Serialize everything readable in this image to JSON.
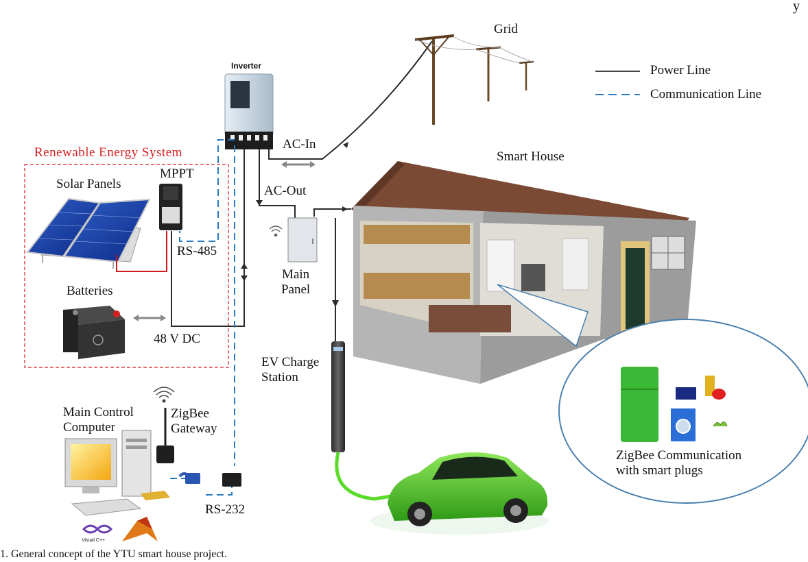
{
  "corner_text": "y",
  "caption": "1.  General concept of the YTU smart house project.",
  "legend": {
    "power_line": "Power Line",
    "communication_line": "Communication Line"
  },
  "labels": {
    "grid": "Grid",
    "inverter": "Inverter",
    "ac_in": "AC-In",
    "ac_out": "AC-Out",
    "smart_house": "Smart House",
    "renewable_energy_system": "Renewable  Energy  System",
    "mppt": "MPPT",
    "solar_panels": "Solar Panels",
    "rs485": "RS-485",
    "batteries": "Batteries",
    "dc_bus": "48 V DC",
    "main_panel_1": "Main",
    "main_panel_2": "Panel",
    "ev_charge_1": "EV Charge",
    "ev_charge_2": "Station",
    "main_control_1": "Main Control",
    "main_control_2": "Computer",
    "zigbee_gateway_1": "ZigBee",
    "zigbee_gateway_2": "Gateway",
    "rs232": "RS-232",
    "zigbee_comm_1": "ZigBee Communication",
    "zigbee_comm_2": "with smart plugs",
    "visual_cpp": "Visual C++"
  },
  "colors": {
    "power_line": "#2b2b2b",
    "communication_line": "#2a7bbf",
    "renewable_box": "#d62020",
    "roof": "#7a4a34",
    "house_wall": "#9c9c9c",
    "car": "#4cc22a",
    "fridge": "#3bb836",
    "bubble_stroke": "#4a7fae"
  }
}
